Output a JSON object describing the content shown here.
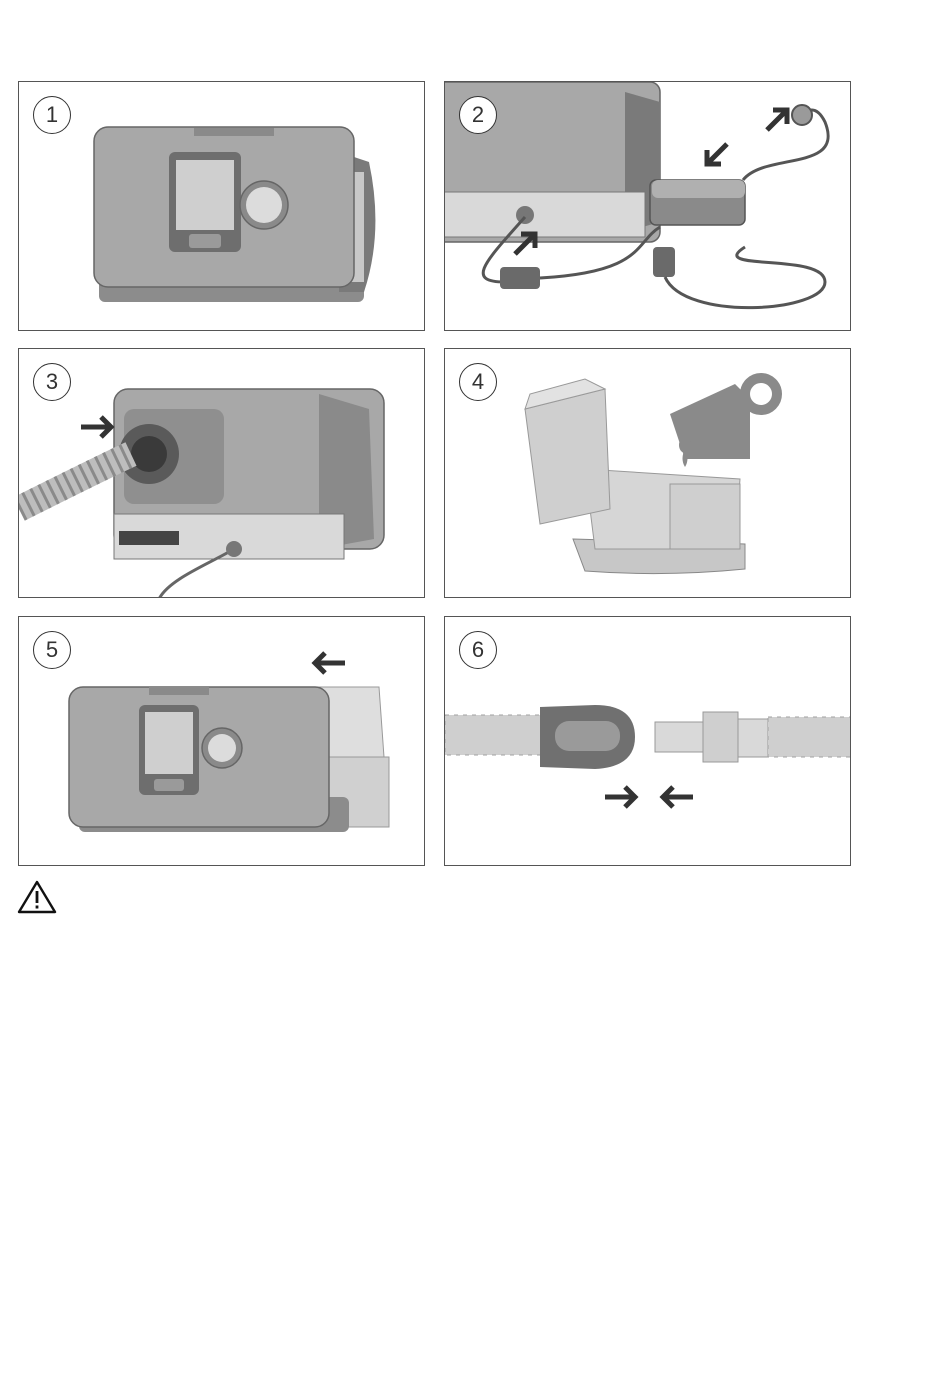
{
  "steps": [
    {
      "number": "1"
    },
    {
      "number": "2"
    },
    {
      "number": "3"
    },
    {
      "number": "4"
    },
    {
      "number": "5"
    },
    {
      "number": "6"
    }
  ],
  "icons": {
    "step1": "cpap-device-icon",
    "step2": "power-supply-icon",
    "step3": "air-tube-connect-icon",
    "step4": "water-fill-icon",
    "step5": "humidifier-insert-icon",
    "step6": "tube-connector-icon",
    "warning": "warning-triangle-icon"
  },
  "colors": {
    "device_body": "#a6a6a6",
    "device_dark": "#6f6f6f",
    "panel_border": "#555555",
    "arrow": "#333333"
  }
}
